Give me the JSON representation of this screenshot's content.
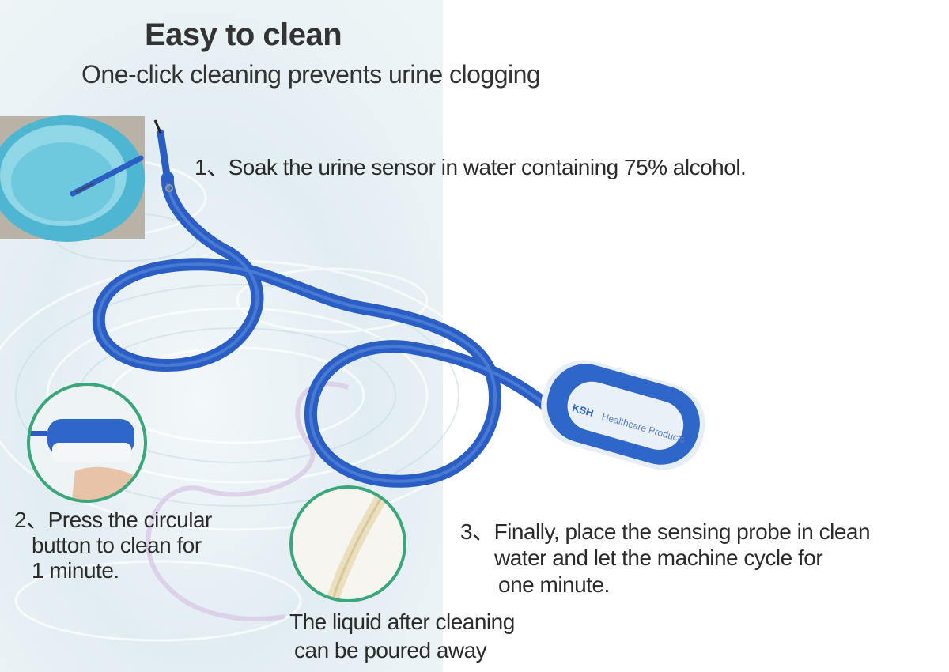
{
  "header": {
    "title": "Easy to clean",
    "subtitle": "One-click cleaning prevents urine clogging"
  },
  "steps": {
    "step1": "1、Soak the urine sensor in water containing 75% alcohol.",
    "step2_lines": [
      "2、Press the circular",
      "button to clean for",
      "1 minute."
    ],
    "step3_lines": [
      "3、Finally, place the sensing probe in clean",
      "water and let the machine cycle for",
      "one minute."
    ]
  },
  "note_lines": [
    "The liquid after cleaning",
    "can be poured away"
  ],
  "device": {
    "logo_text": "KSH",
    "brand_text": "Healthcare Products"
  },
  "colors": {
    "tube_blue": "#2a5ec4",
    "device_blue": "#2f67c8",
    "circle_border": "#3aa77a",
    "water_bg": "#e4eff3",
    "bowl": "#58bfd8"
  }
}
